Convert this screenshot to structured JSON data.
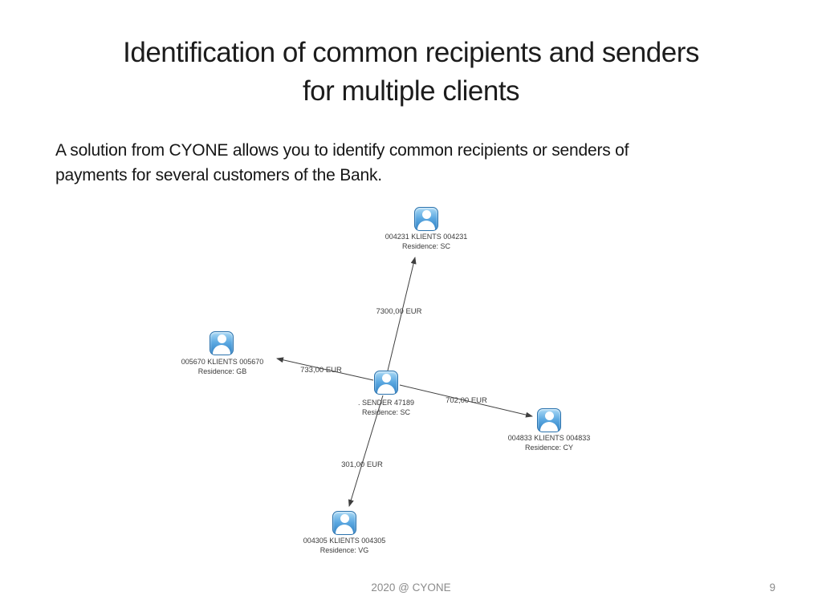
{
  "slide": {
    "title_line1": "Identification of common recipients and senders",
    "title_line2": "for multiple clients",
    "intro_line1": "A solution from CYONE allows you to identify common recipients or senders of",
    "intro_line2": "payments for several customers of the Bank.",
    "footer": "2020 @ CYONE",
    "page_number": "9"
  },
  "diagram": {
    "type": "payment-network-graph",
    "sender": {
      "name": ". SENDER 47189",
      "residence": "Residence: SC"
    },
    "clients": [
      {
        "position": "top",
        "name": "004231 KLIENTS 004231",
        "residence": "Residence: SC"
      },
      {
        "position": "left",
        "name": "005670 KLIENTS 005670",
        "residence": "Residence: GB"
      },
      {
        "position": "right",
        "name": "004833 KLIENTS 004833",
        "residence": "Residence: CY"
      },
      {
        "position": "bottom",
        "name": "004305 KLIENTS 004305",
        "residence": "Residence: VG"
      }
    ],
    "payments": [
      {
        "amount": "7300,00 EUR",
        "to": "004231 KLIENTS 004231"
      },
      {
        "amount": "733,00 EUR",
        "to": "005670 KLIENTS 005670"
      },
      {
        "amount": "702,00 EUR",
        "to": "004833 KLIENTS 004833"
      },
      {
        "amount": "301,00 EUR",
        "to": "004305 KLIENTS 004305"
      }
    ],
    "icons": {
      "node": "person-icon"
    }
  },
  "colors": {
    "icon_blue_light": "#a9d9f5",
    "icon_blue_dark": "#2e7fc2",
    "arrow_line": "#3f3f3f",
    "footer_gray": "#8b8b8b",
    "text_black": "#1c1c1c"
  }
}
